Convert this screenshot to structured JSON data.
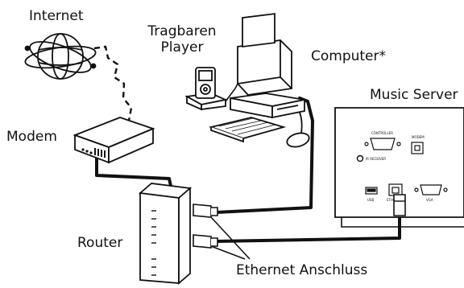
{
  "labels": {
    "internet": "Internet",
    "portable_player_line1": "Tragbaren",
    "portable_player_line2": "Player",
    "computer": "Computer*",
    "music_server": "Music Server",
    "modem": "Modem",
    "router": "Router",
    "ethernet_port": "Ethernet Anschluss"
  },
  "server_panel": {
    "controller": "CONTROLLER",
    "modem": "MODEM",
    "ir_receiver": "IR RECEIVER",
    "usb": "USB",
    "ethernet": "ETHERNET",
    "vga": "VGA"
  }
}
